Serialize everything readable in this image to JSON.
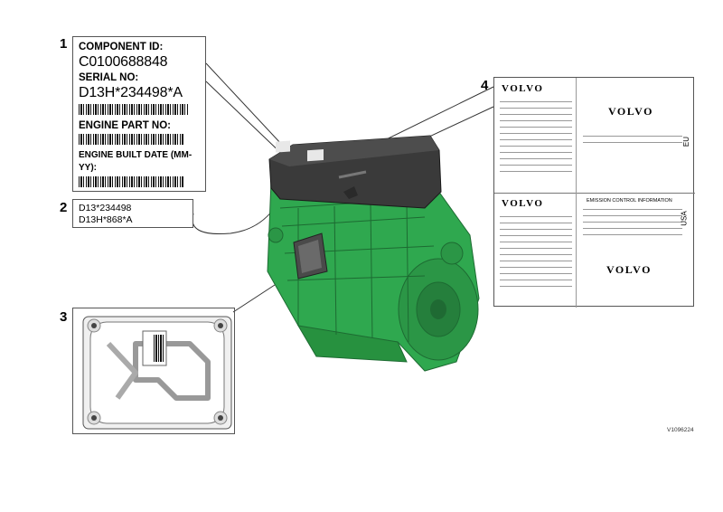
{
  "callouts": [
    "1",
    "2",
    "3",
    "4"
  ],
  "label1": {
    "component_id_label": "COMPONENT ID:",
    "component_id_value": "C0100688848",
    "serial_no_label": "SERIAL NO:",
    "serial_no_value": "D13H*234498*A",
    "engine_part_no_label": "ENGINE PART NO:",
    "engine_built_date_label": "ENGINE BUILT DATE (MM-YY):"
  },
  "label2": {
    "line1": "D13*234498",
    "line2": "D13H*868*A"
  },
  "label4": {
    "eu_brand_small": "VOLVO",
    "eu_brand_large": "VOLVO",
    "eu_region": "EU",
    "usa_brand_small": "VOLVO",
    "usa_brand_large": "VOLVO",
    "usa_region": "USA",
    "usa_title": "EMISSION CONTROL INFORMATION"
  },
  "reference_code": "V1096224",
  "colors": {
    "engine_green": "#2fa84f",
    "engine_dark": "#3f3f3f",
    "line": "#333333"
  }
}
